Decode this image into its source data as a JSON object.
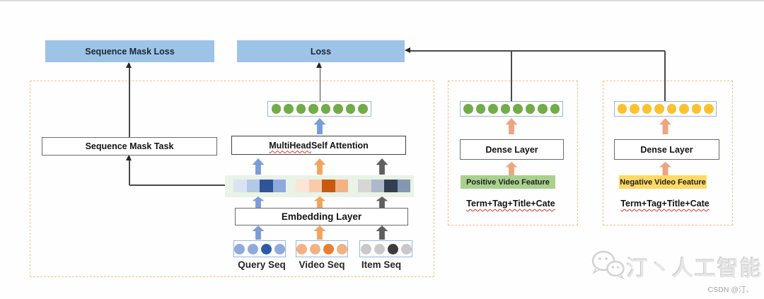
{
  "colors": {
    "header_box": "#9dc3e6",
    "dashed_border": "#f4bd8d",
    "strip_bg": "#e9f3e6",
    "arrow_blue": "#7b9cd6",
    "arrow_orange": "#f2a45f",
    "arrow_salmon": "#eca482",
    "arrow_gray": "#5f5f5f",
    "connector": "#4a4a4a",
    "positive_chip_bg": "#a9d18e",
    "negative_chip_bg": "#ffd966"
  },
  "top": {
    "sequence_mask_loss": "Sequence Mask Loss",
    "loss": "Loss"
  },
  "main": {
    "sequence_mask_task": "Sequence Mask Task",
    "attention_title_underlined": "MultiHead",
    "attention_title_rest": " Self Attention",
    "embedding_layer": "Embedding Layer",
    "attention_output_dots": [
      "#70ad47",
      "#70ad47",
      "#70ad47",
      "#70ad47",
      "#70ad47",
      "#70ad47",
      "#70ad47",
      "#70ad47"
    ],
    "embeddings": {
      "query_cells": [
        "#dae3f3",
        "#b4c7e7",
        "#2f5597",
        "#8faadc"
      ],
      "video_cells": [
        "#fbe5d6",
        "#f8cbad",
        "#c55a11",
        "#f4b183"
      ],
      "item_cells": [
        "#d6d6d6",
        "#adb9ca",
        "#333f50",
        "#8496b0"
      ]
    },
    "sequences": [
      {
        "label": "Query Seq",
        "dots": [
          "#8faadc",
          "#8faadc",
          "#2e5ba8",
          "#8faadc"
        ]
      },
      {
        "label": "Video Seq",
        "dots": [
          "#f4b183",
          "#f4b183",
          "#ed7d31",
          "#f4b183"
        ]
      },
      {
        "label": "Item Seq",
        "dots": [
          "#c9c9c9",
          "#c9c9c9",
          "#3d3d3d",
          "#c9c9c9"
        ]
      }
    ]
  },
  "positive_branch": {
    "dense_layer": "Dense Layer",
    "feature_label": "Positive Video Feature",
    "input_label": "Term+Tag+Title+Cate",
    "output_dots": [
      "#70ad47",
      "#70ad47",
      "#70ad47",
      "#70ad47",
      "#70ad47",
      "#70ad47",
      "#70ad47",
      "#70ad47"
    ]
  },
  "negative_branch": {
    "dense_layer": "Dense Layer",
    "feature_label": "Negative Video Feature",
    "input_label": "Term+Tag+Title+Cate",
    "output_dots": [
      "#fcc12f",
      "#fcc12f",
      "#fcc12f",
      "#fcc12f",
      "#fcc12f",
      "#fcc12f",
      "#fcc12f",
      "#fcc12f"
    ]
  },
  "watermark": {
    "brand": "汀丶人工智能",
    "credit": "CSDN @汀、"
  }
}
